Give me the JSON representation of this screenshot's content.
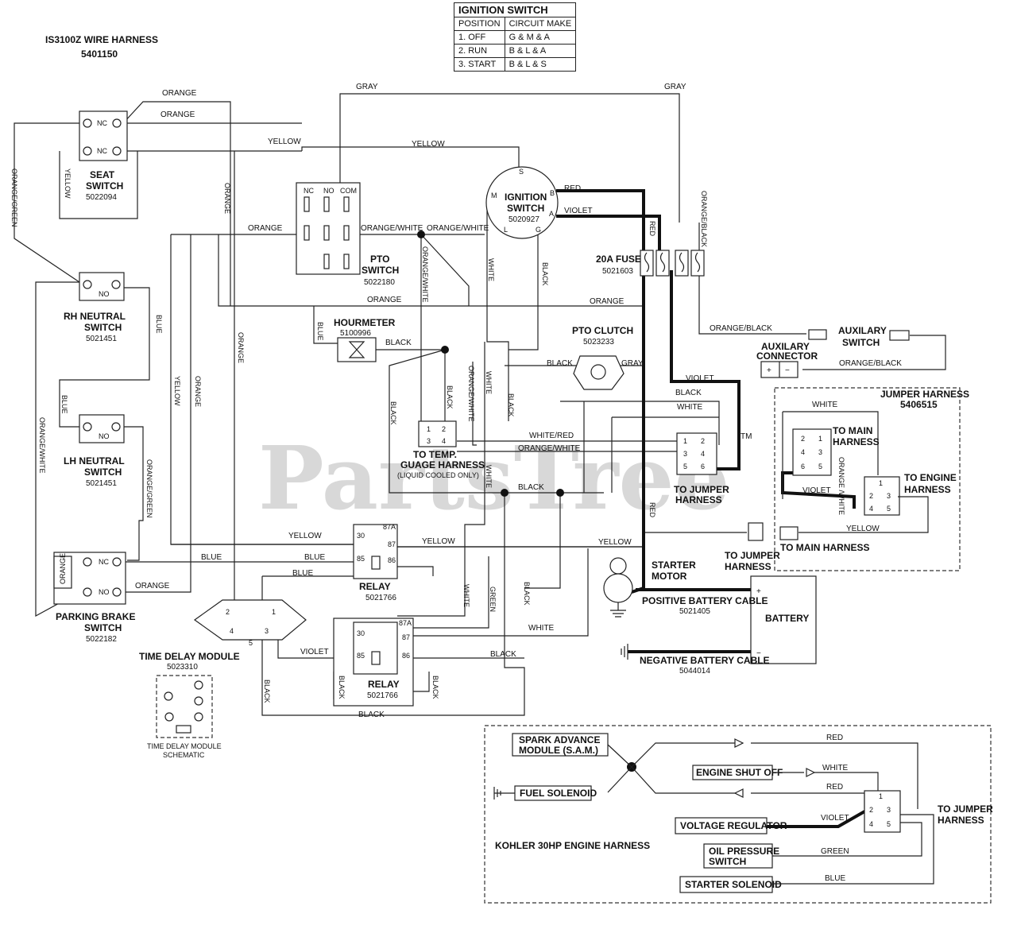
{
  "header": {
    "title": "IS3100Z WIRE HARNESS",
    "part": "5401150"
  },
  "ignition_table": {
    "title": "IGNITION SWITCH",
    "col1": "POSITION",
    "col2": "CIRCUIT MAKE",
    "rows": [
      {
        "position": "1. OFF",
        "make": "G & M & A"
      },
      {
        "position": "2. RUN",
        "make": "B & L & A"
      },
      {
        "position": "3. START",
        "make": "B & L & S"
      }
    ]
  },
  "watermark": "PartsTree",
  "trademark": "TM",
  "components": {
    "seat_switch": {
      "name1": "SEAT",
      "name2": "SWITCH",
      "part": "5022094"
    },
    "rh_neutral": {
      "name1": "RH NEUTRAL",
      "name2": "SWITCH",
      "part": "5021451"
    },
    "lh_neutral": {
      "name1": "LH NEUTRAL",
      "name2": "SWITCH",
      "part": "5021451"
    },
    "parking_brake": {
      "name1": "PARKING BRAKE",
      "name2": "SWITCH",
      "part": "5022182"
    },
    "pto_switch": {
      "name1": "PTO",
      "name2": "SWITCH",
      "part": "5022180"
    },
    "ignition_switch": {
      "name1": "IGNITION",
      "name2": "SWITCH",
      "part": "5020927"
    },
    "fuse": {
      "name": "20A FUSE",
      "part": "5021603"
    },
    "hourmeter": {
      "name": "HOURMETER",
      "part": "5100996"
    },
    "pto_clutch": {
      "name": "PTO CLUTCH",
      "part": "5023233"
    },
    "aux_switch": {
      "name1": "AUXILARY",
      "name2": "SWITCH"
    },
    "aux_connector": {
      "name1": "AUXILARY",
      "name2": "CONNECTOR"
    },
    "temp_gauge": {
      "name1": "TO TEMP.",
      "name2": "GUAGE HARNESS",
      "note": "(LIQUID COOLED ONLY)"
    },
    "to_jumper_1": {
      "name1": "TO JUMPER",
      "name2": "HARNESS"
    },
    "to_jumper_2": {
      "name1": "TO JUMPER",
      "name2": "HARNESS"
    },
    "to_jumper_3": {
      "name1": "TO JUMPER",
      "name2": "HARNESS"
    },
    "jumper_harness": {
      "name": "JUMPER HARNESS",
      "part": "5406515",
      "to_main": "TO MAIN",
      "harness": "HARNESS",
      "to_engine": "TO ENGINE",
      "to_main_harness": "TO MAIN HARNESS"
    },
    "starter_motor": {
      "name1": "STARTER",
      "name2": "MOTOR"
    },
    "battery": {
      "name": "BATTERY"
    },
    "pos_cable": {
      "name": "POSITIVE BATTERY CABLE",
      "part": "5021405"
    },
    "neg_cable": {
      "name": "NEGATIVE BATTERY CABLE",
      "part": "5044014"
    },
    "relay1": {
      "name": "RELAY",
      "part": "5021766"
    },
    "relay2": {
      "name": "RELAY",
      "part": "5021766"
    },
    "time_delay": {
      "name": "TIME DELAY MODULE",
      "part": "5023310",
      "schem1": "TIME DELAY MODULE",
      "schem2": "SCHEMATIC"
    },
    "engine_harness": {
      "title": "KOHLER 30HP ENGINE HARNESS",
      "sam1": "SPARK ADVANCE",
      "sam2": "MODULE (S.A.M.)",
      "shutoff": "ENGINE SHUT OFF",
      "fuel": "FUEL SOLENOID",
      "regulator": "VOLTAGE REGULATOR",
      "oil1": "OIL PRESSURE",
      "oil2": "SWITCH",
      "starter_sol": "STARTER SOLENOID"
    }
  },
  "wire_labels": {
    "orange": "ORANGE",
    "gray": "GRAY",
    "yellow": "YELLOW",
    "red": "RED",
    "violet": "VIOLET",
    "black": "BLACK",
    "white": "WHITE",
    "blue": "BLUE",
    "green": "GREEN",
    "orange_white": "ORANGE/WHITE",
    "orange_green": "ORANGE/GREEN",
    "orange_black": "ORANGE/BLACK",
    "white_red": "WHITE/RED",
    "orange_white2": "ORANGE /WHITE"
  },
  "switch_contacts": {
    "nc": "NC",
    "no": "NO",
    "com": "COM"
  },
  "ign_terminals": {
    "s": "S",
    "b": "B",
    "a": "A",
    "m": "M",
    "l": "L",
    "g": "G"
  },
  "relay_pins": {
    "p30": "30",
    "p87a": "87A",
    "p87": "87",
    "p85": "85",
    "p86": "86"
  },
  "td_pins": {
    "p1": "1",
    "p2": "2",
    "p3": "3",
    "p4": "4",
    "p5": "5"
  },
  "connector_pins": {
    "c1": "1",
    "c2": "2",
    "c3": "3",
    "c4": "4",
    "c5": "5",
    "c6": "6"
  },
  "battery_terms": {
    "plus": "+",
    "minus": "−"
  }
}
